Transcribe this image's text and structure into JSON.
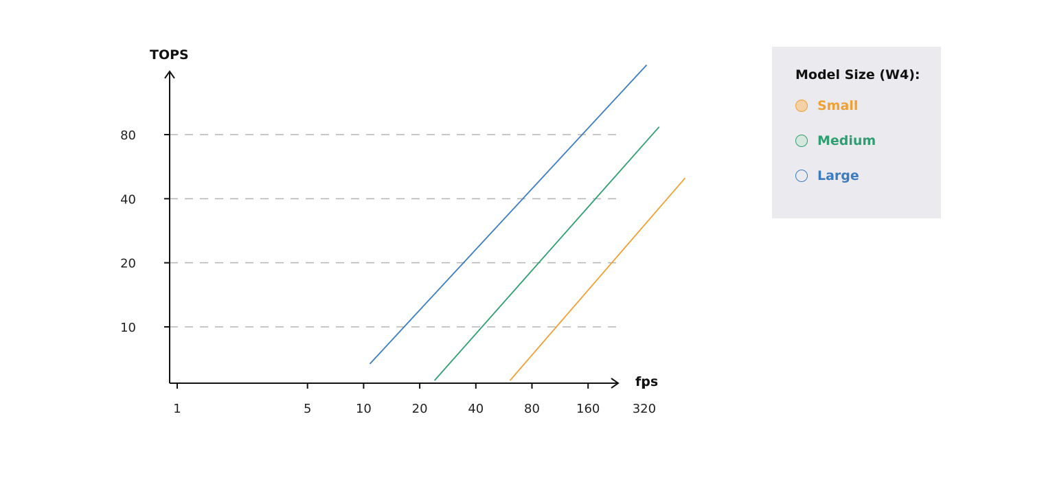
{
  "chart_data": {
    "type": "line",
    "title": "",
    "xlabel": "fps",
    "ylabel": "TOPS",
    "x_ticks": [
      "1",
      "5",
      "10",
      "20",
      "40",
      "80",
      "160",
      "320"
    ],
    "y_ticks": [
      "10",
      "20",
      "40",
      "80"
    ],
    "grid": "horizontal dashed",
    "legend_title": "Model Size (W4):",
    "legend_position": "top-right",
    "series": [
      {
        "name": "Small",
        "color": "#f0a033",
        "x": [
          61,
          530
        ],
        "y": [
          5.6,
          50
        ]
      },
      {
        "name": "Medium",
        "color": "#2f9e72",
        "x": [
          24,
          385
        ],
        "y": [
          5.6,
          87
        ]
      },
      {
        "name": "Large",
        "color": "#3b7cc0",
        "x": [
          10.8,
          330
        ],
        "y": [
          6.7,
          170
        ]
      }
    ]
  }
}
